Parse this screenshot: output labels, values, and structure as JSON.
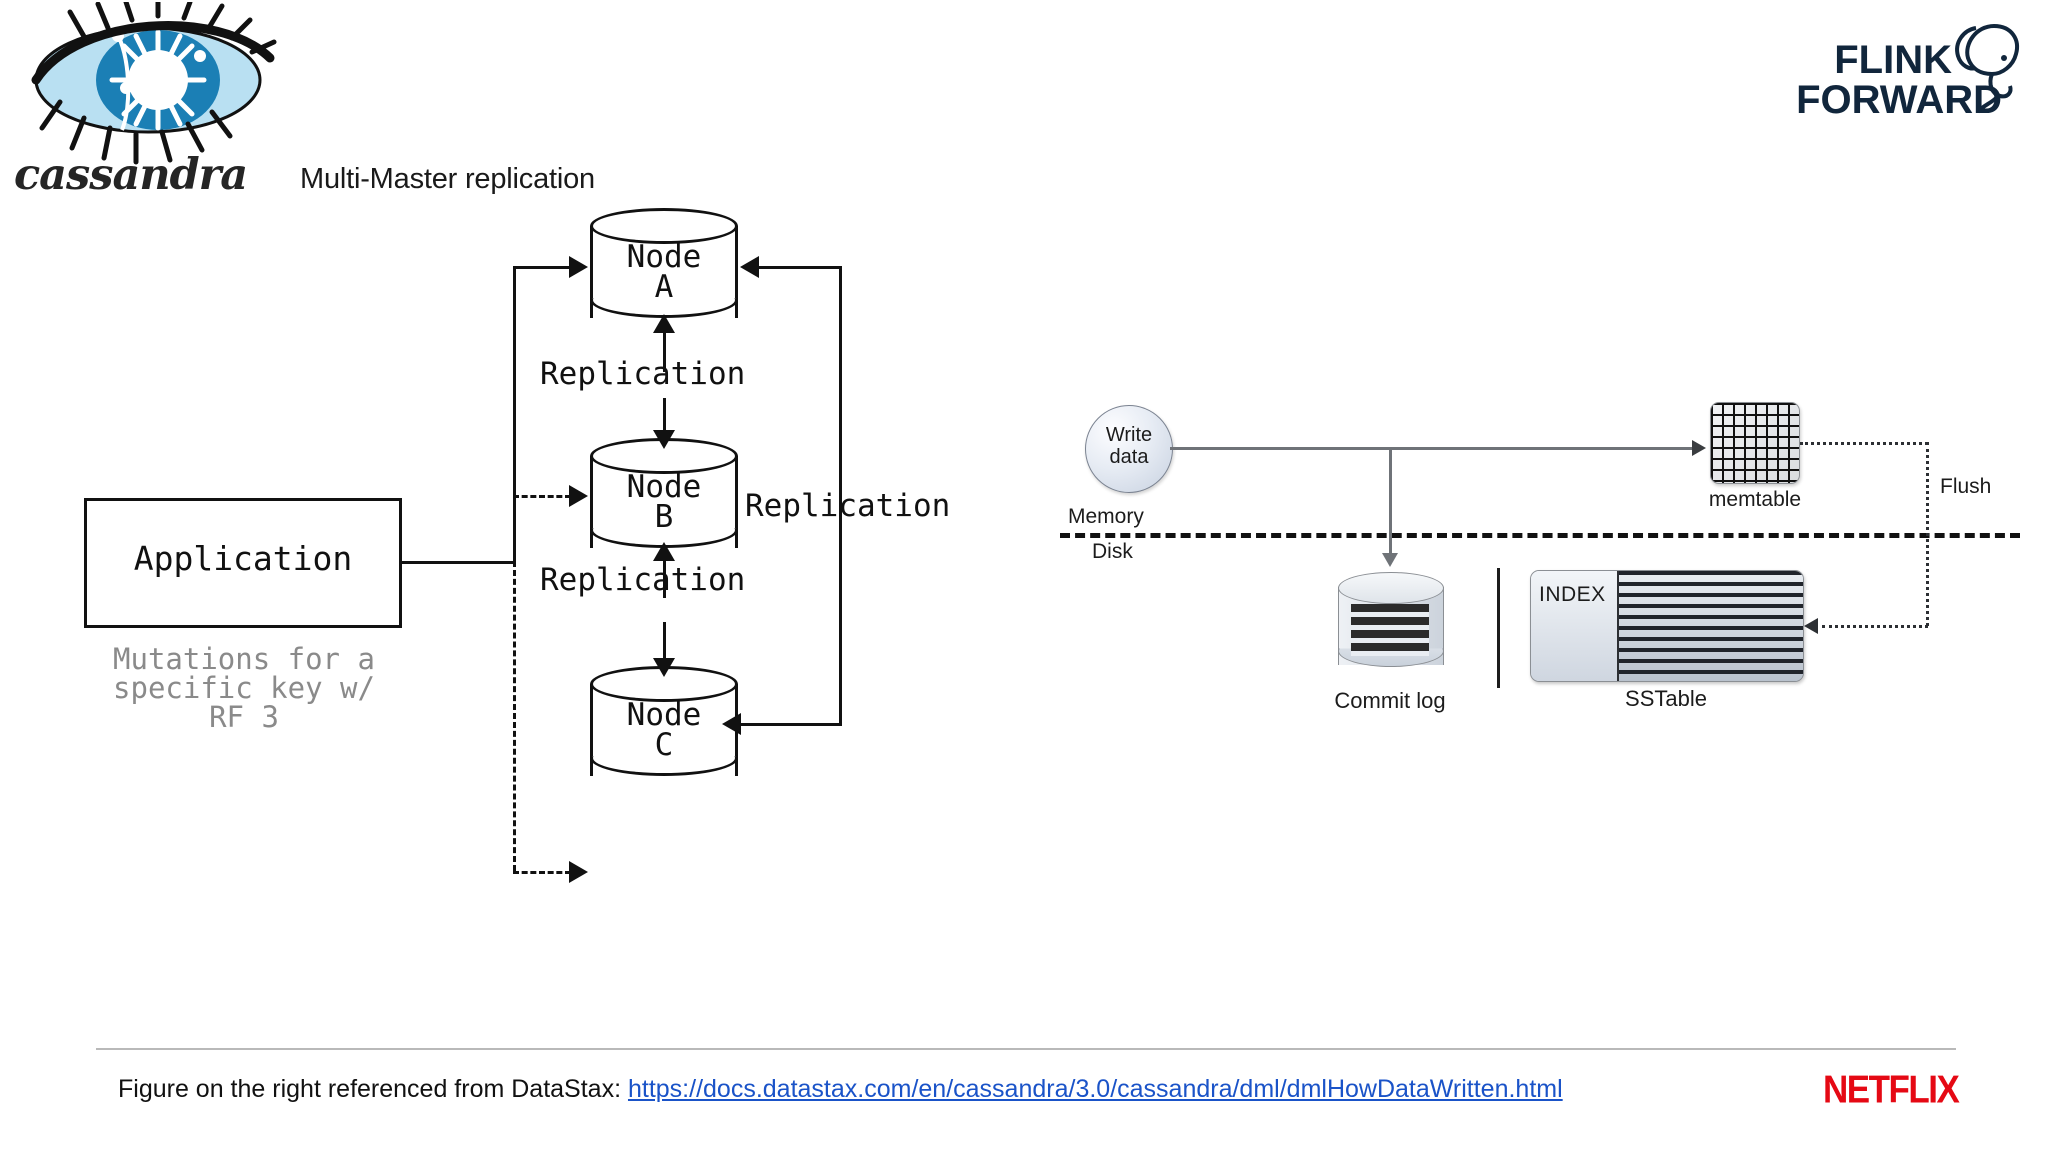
{
  "header": {
    "logo_word": "cassandra",
    "logo_icon": "cassandra-eye-logo",
    "title": "Multi-Master replication",
    "brand_logo": {
      "line1": "FLINK",
      "line2": "FORWARD",
      "icon": "squirrel-icon"
    }
  },
  "left_diagram": {
    "name": "multi-master-replication-diagram",
    "app_box_label": "Application",
    "caption": "Mutations for a\nspecific key w/\nRF 3",
    "nodes": [
      {
        "id": "A",
        "label": "Node\nA"
      },
      {
        "id": "B",
        "label": "Node\nB"
      },
      {
        "id": "C",
        "label": "Node\nC"
      }
    ],
    "edge_labels": {
      "a_b": "Replication",
      "b_c": "Replication",
      "c_a": "Replication"
    }
  },
  "right_diagram": {
    "name": "cassandra-write-path-diagram",
    "write_data_label": "Write\ndata",
    "memory_label": "Memory",
    "disk_label": "Disk",
    "memtable_label": "memtable",
    "commit_log_label": "Commit log",
    "sstable_label": "SSTable",
    "index_label": "INDEX",
    "flush_label": "Flush"
  },
  "footer": {
    "text": "Figure on the right referenced from DataStax:",
    "link": "https://docs.datastax.com/en/cassandra/3.0/cassandra/dml/dmlHowDataWritten.html",
    "sponsor": "NETFLIX"
  },
  "colors": {
    "link": "#1a53c8",
    "netflix_red": "#e50914",
    "brand_navy": "#11263c",
    "muted_text": "#8a8a8a"
  }
}
